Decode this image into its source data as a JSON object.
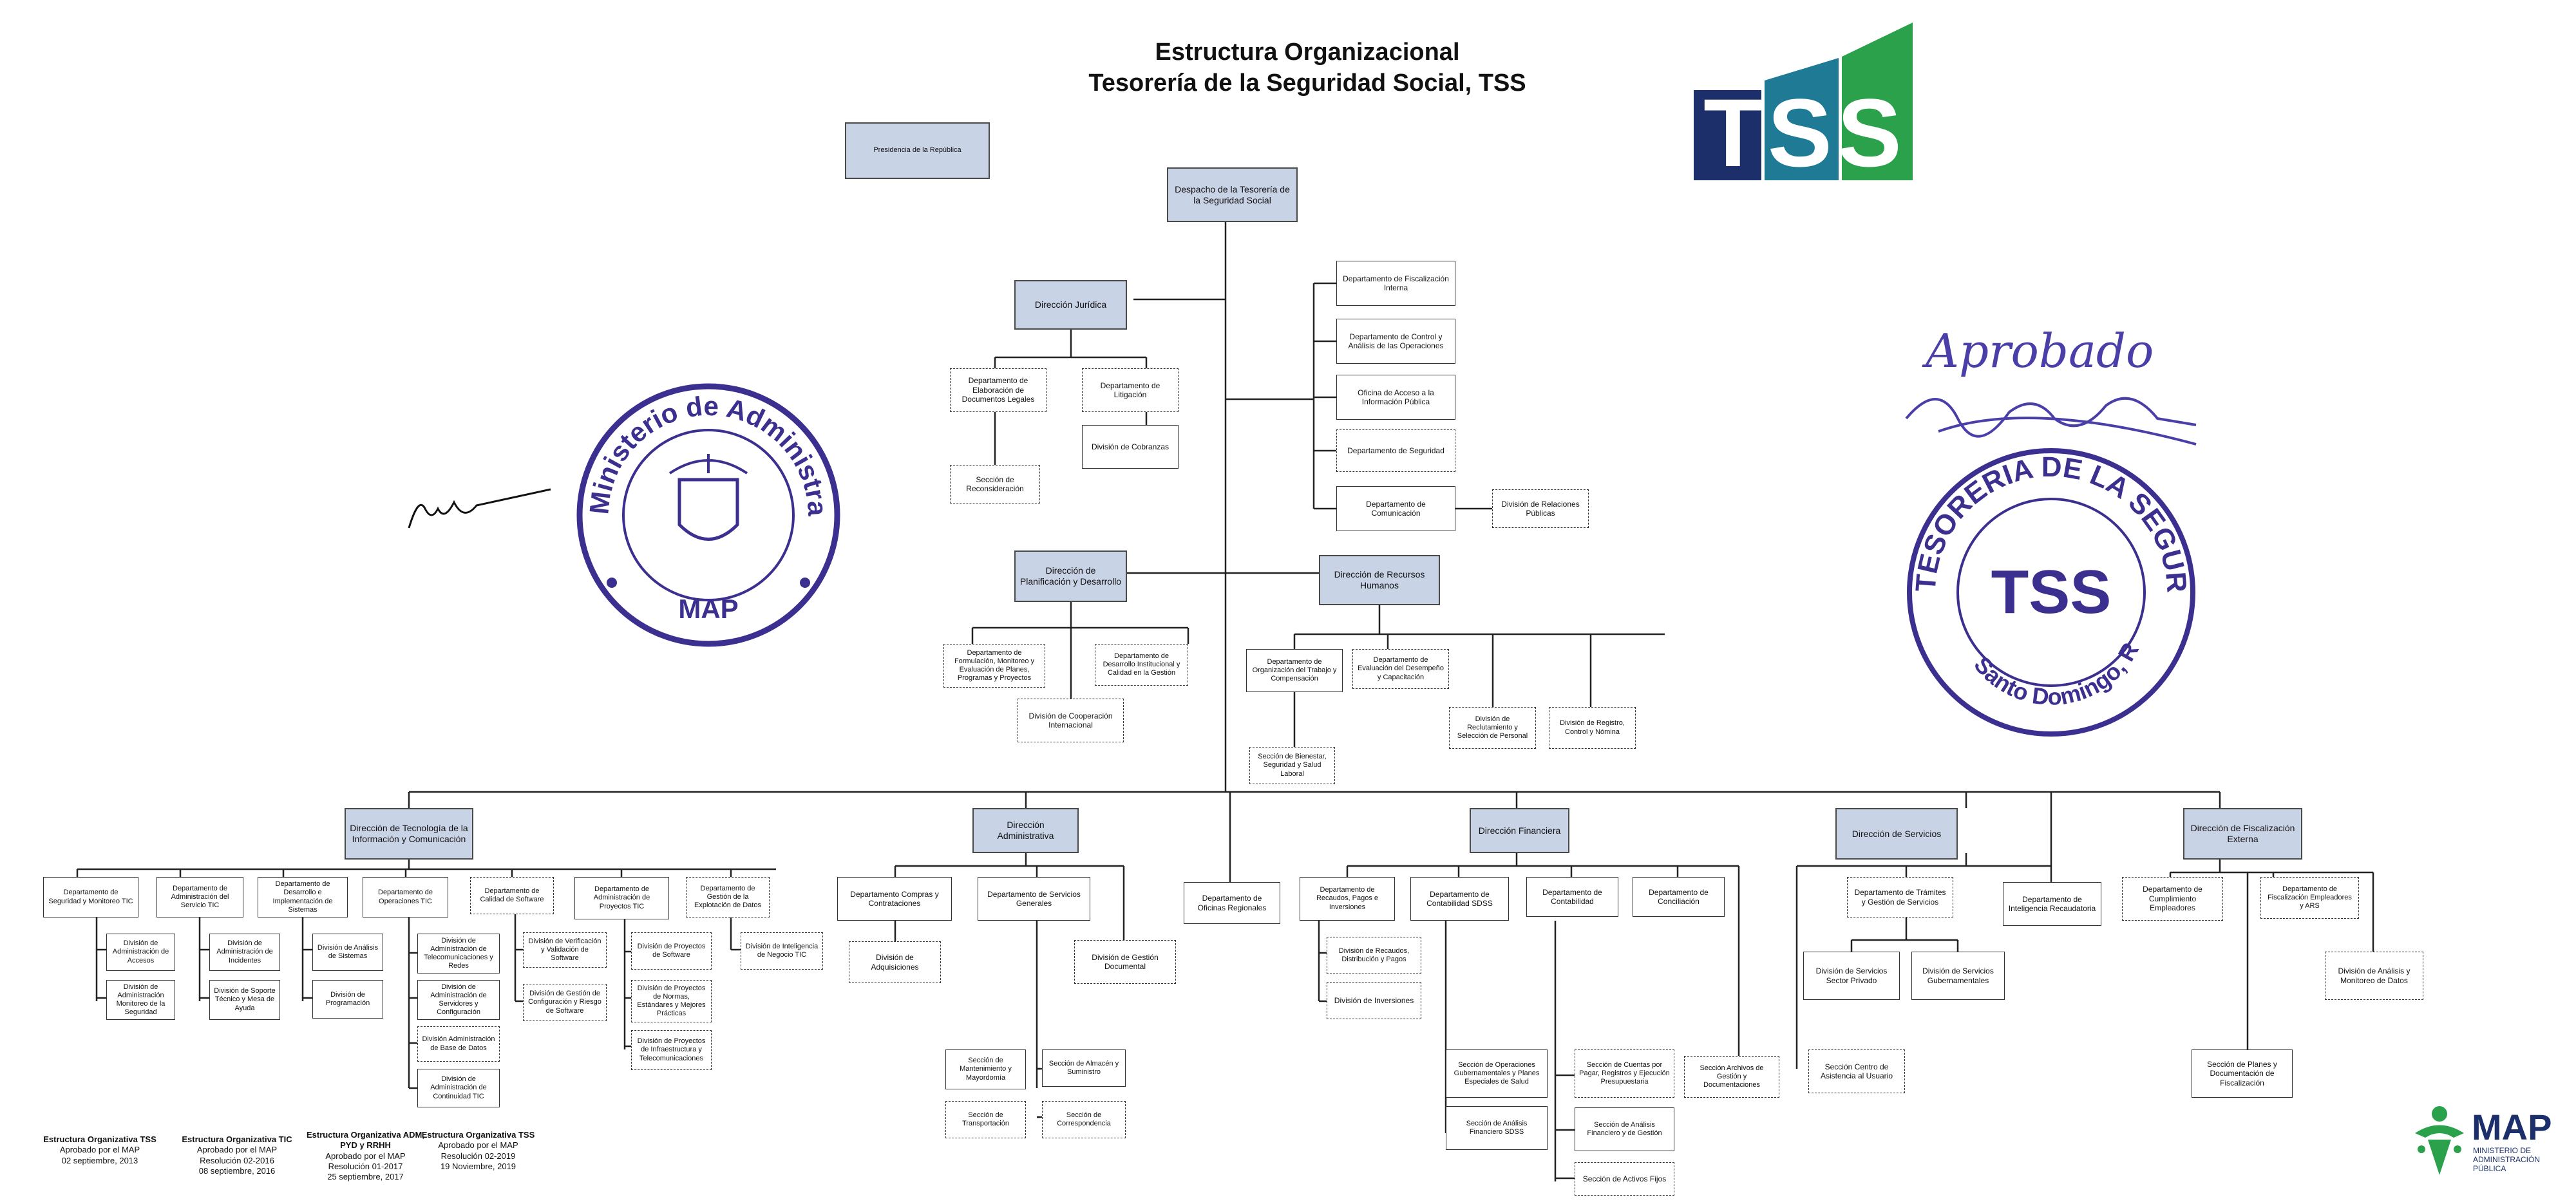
{
  "header": {
    "title_line1": "Estructura Organizacional",
    "title_line2": "Tesorería de la Seguridad Social, TSS"
  },
  "logos": {
    "tss": "TSS",
    "map_main": "MAP",
    "map_sub1": "MINISTERIO DE",
    "map_sub2": "ADMINISTRACIÓN",
    "map_sub3": "PÚBLICA"
  },
  "stamps": {
    "map_ring": "Ministerio de Administración Pública",
    "map_center": "MAP",
    "tss_ring": "TESORERIA DE LA SEGURIDAD SOCIAL",
    "tss_center": "TSS",
    "tss_bottom": "Santo Domingo, R.D.",
    "approved": "Aprobado"
  },
  "colors": {
    "tss_blue": "#1d2f6b",
    "tss_teal": "#1f7a96",
    "tss_green": "#2aa14a",
    "box_fill": "#c9d3e6",
    "stamp_ink": "#3b2f8f"
  },
  "boxes": {
    "presidencia": "Presidencia de la República",
    "despacho": "Despacho de la Tesorería de la Seguridad Social",
    "dir_juridica": "Dirección Jurídica",
    "dep_elaboracion_docs": "Departamento de Elaboración de Documentos Legales",
    "dep_litigacion": "Departamento de Litigación",
    "div_cobranzas": "División de Cobranzas",
    "sec_reconsideracion": "Sección de Reconsideración",
    "dep_fiscalizacion_interna": "Departamento de Fiscalización Interna",
    "dep_control_analisis": "Departamento de Control y Análisis de las Operaciones",
    "oficina_acceso_info": "Oficina de Acceso a la Información Pública",
    "dep_seguridad": "Departamento de Seguridad",
    "dep_comunicacion": "Departamento de Comunicación",
    "div_relaciones_publicas": "División de Relaciones Públicas",
    "dir_planificacion": "Dirección de Planificación y Desarrollo",
    "dep_formulacion": "Departamento de Formulación, Monitoreo y Evaluación de Planes, Programas y Proyectos",
    "dep_desarrollo_inst": "Departamento de Desarrollo Institucional y Calidad en la Gestión",
    "div_cooperacion": "División de Cooperación Internacional",
    "dir_rrhh": "Dirección de Recursos Humanos",
    "dep_organizacion_trabajo": "Departamento de Organización del Trabajo y Compensación",
    "dep_evaluacion_desempeno": "Departamento de Evaluación del Desempeño y Capacitación",
    "div_reclutamiento": "División de Reclutamiento y Selección de Personal",
    "div_registro_control": "División de Registro, Control y Nómina",
    "sec_bienestar": "Sección de Bienestar, Seguridad y Salud Laboral",
    "dir_tic": "Dirección de Tecnología de la Información y Comunicación",
    "dep_seguridad_tic": "Departamento de Seguridad y Monitoreo TIC",
    "dep_admin_servicio_tic": "Departamento de Administración del Servicio TIC",
    "dep_desarrollo_sistemas": "Departamento de Desarrollo e Implementación de Sistemas",
    "dep_operaciones_tic": "Departamento de Operaciones TIC",
    "dep_calidad_software": "Departamento de Calidad de Software",
    "dep_admin_proyectos_tic": "Departamento de Administración de Proyectos TIC",
    "dep_gestion_explotacion": "Departamento de Gestión de la Explotación de Datos",
    "div_admin_accesos": "División de Administración de Accesos",
    "div_admin_monitoreo": "División de Administración Monitoreo de la Seguridad",
    "div_admin_incidentes": "División de Administración de Incidentes",
    "div_soporte_tecnico": "División de Soporte Técnico y Mesa de Ayuda",
    "div_analisis_sistemas": "División de Análisis de Sistemas",
    "div_programacion": "División de Programación",
    "div_telecom_redes": "División de Administración de Telecomunicaciones y Redes",
    "div_admin_servidores": "División de Administración de Servidores y Configuración",
    "div_admin_base_datos": "División Administración de Base de Datos",
    "div_continuidad_tic": "División de Administración de Continuidad TIC",
    "div_verificacion_software": "División de Verificación y Validación de Software",
    "div_gestion_configuracion": "División de Gestión de Configuración y Riesgo de Software",
    "div_proyectos_software": "División de Proyectos de Software",
    "div_proyectos_normas": "División de Proyectos de Normas, Estándares y Mejores Prácticas",
    "div_proyectos_infra": "División de Proyectos de Infraestructura y Telecomunicaciones",
    "div_inteligencia_negocio": "División de Inteligencia de Negocio TIC",
    "dir_administrativa": "Dirección Administrativa",
    "dep_compras": "Departamento Compras y Contrataciones",
    "dep_servicios_generales": "Departamento de Servicios Generales",
    "div_adquisiciones": "División de Adquisiciones",
    "div_gestion_documental": "División de Gestión Documental",
    "sec_mantenimiento": "Sección de Mantenimiento y Mayordomía",
    "sec_almacen": "Sección de Almacén y Suministro",
    "sec_transportacion": "Sección de Transportación",
    "sec_correspondencia": "Sección de Correspondencia",
    "dep_oficinas_regionales": "Departamento de Oficinas Regionales",
    "dir_financiera": "Dirección Financiera",
    "dep_recaudos": "Departamento de Recaudos, Pagos e Inversiones",
    "dep_contabilidad_sdss": "Departamento de Contabilidad SDSS",
    "dep_contabilidad": "Departamento de Contabilidad",
    "dep_conciliacion": "Departamento de Conciliación",
    "div_recaudos": "División de Recaudos, Distribución y Pagos",
    "div_inversiones": "División de Inversiones",
    "sec_operaciones_gub": "Sección de Operaciones Gubernamentales y Planes Especiales de Salud",
    "sec_analisis_financiero_sdss": "Sección de Análisis Financiero SDSS",
    "sec_cuentas_pagar": "Sección de Cuentas por Pagar, Registros y Ejecución Presupuestaria",
    "sec_analisis_financiero_gestion": "Sección de Análisis Financiero y de Gestión",
    "sec_activos_fijos": "Sección de Activos Fijos",
    "sec_archivos_gestion": "Sección Archivos de Gestión y Documentaciones",
    "dir_servicios": "Dirección de Servicios",
    "dep_tramites": "Departamento de Trámites y Gestión de Servicios",
    "div_servicios_privado": "División de Servicios Sector Privado",
    "div_servicios_gub": "División de Servicios Gubernamentales",
    "sec_centro_asistencia": "Sección Centro de Asistencia al Usuario",
    "dep_inteligencia_recaudatoria": "Departamento de Inteligencia Recaudatoria",
    "dir_fiscalizacion_externa": "Dirección de Fiscalización Externa",
    "dep_cumplimiento": "Departamento de Cumplimiento Empleadores",
    "dep_fiscalizacion_empleadores": "Departamento de Fiscalización Empleadores y ARS",
    "div_analisis_monitoreo": "División de Análisis y Monitoreo de Datos",
    "sec_planes_documentacion": "Sección de Planes y Documentación de Fiscalización"
  },
  "approvals": [
    {
      "title": "Estructura Organizativa TSS",
      "l1": "Aprobado por el MAP",
      "l2": "02 septiembre, 2013",
      "l3": ""
    },
    {
      "title": "Estructura Organizativa TIC",
      "l1": "Aprobado por el MAP",
      "l2": "Resolución 02-2016",
      "l3": "08 septiembre, 2016"
    },
    {
      "title": "Estructura Organizativa ADM, PYD y RRHH",
      "l1": "Aprobado por el MAP",
      "l2": "Resolución 01-2017",
      "l3": "25 septiembre, 2017"
    },
    {
      "title": "Estructura Organizativa TSS",
      "l1": "Aprobado por el MAP",
      "l2": "Resolución 02-2019",
      "l3": "19 Noviembre, 2019"
    }
  ]
}
